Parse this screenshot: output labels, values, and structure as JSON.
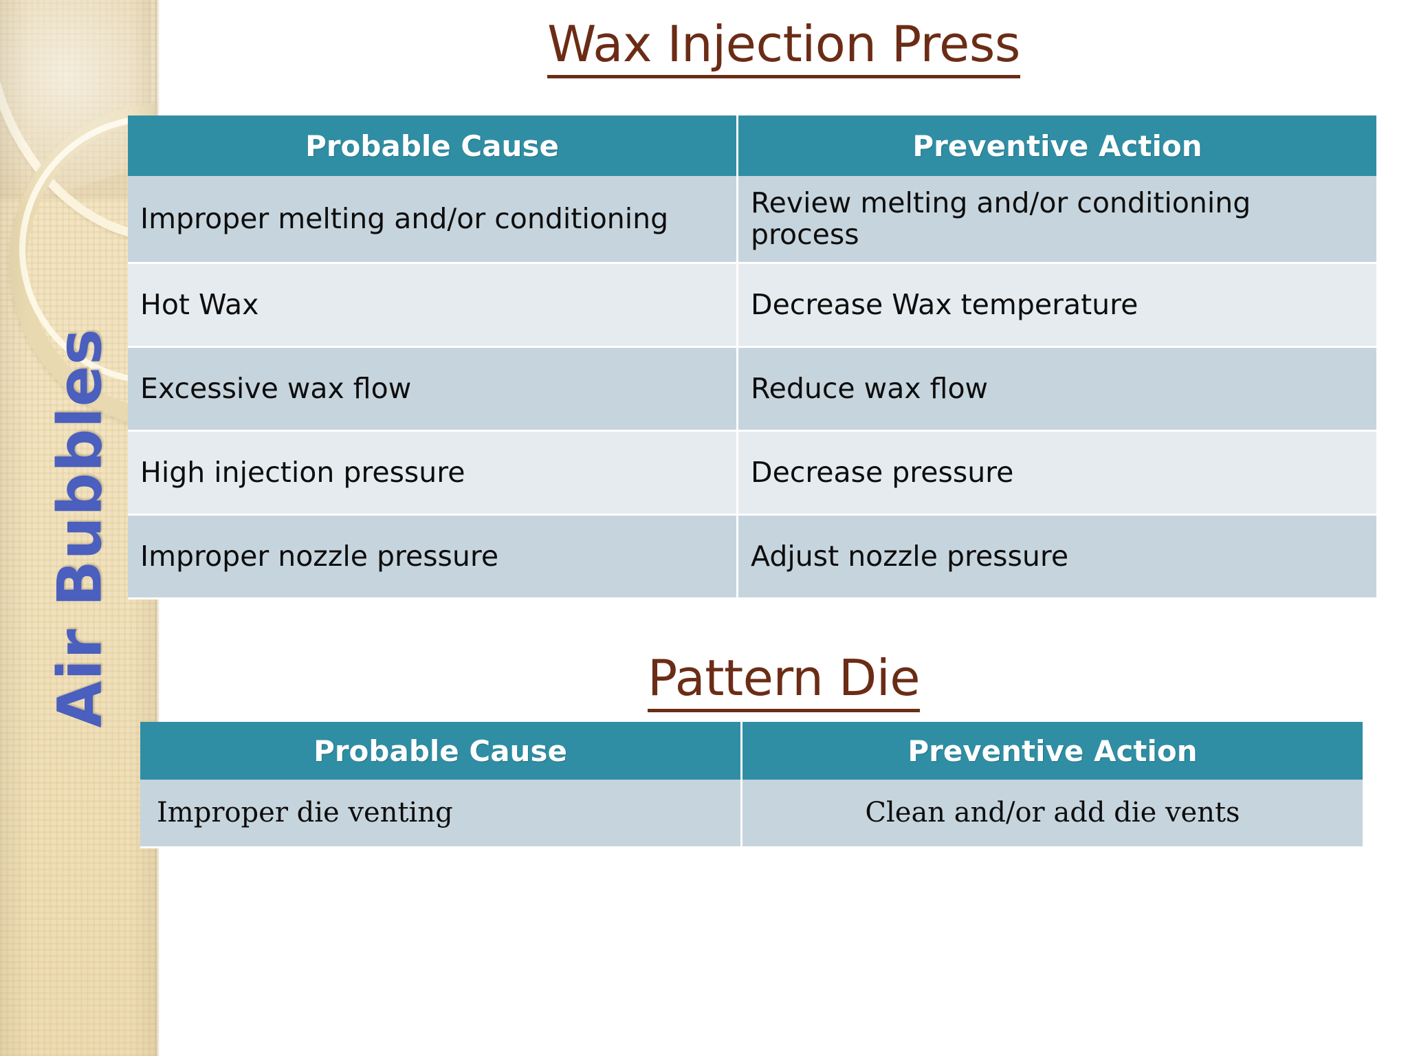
{
  "slide": {
    "sidebar": {
      "vertical_title": "Air Bubbles",
      "title_color": "#4a5fbe",
      "background_color": "#f1e2bb"
    },
    "accent_colors": {
      "table_header_teal": "#2f8ea4",
      "heading_brown": "#6b2c16",
      "row_dark": "#c6d4dd",
      "row_light": "#e5ebef"
    },
    "sections": [
      {
        "id": "wax-injection-press",
        "title": "Wax Injection Press",
        "table": {
          "columns": [
            "Probable Cause",
            "Preventive Action"
          ],
          "rows": [
            {
              "cause": "Improper melting and/or conditioning",
              "action": "Review melting and/or conditioning process"
            },
            {
              "cause": "Hot Wax",
              "action": "Decrease Wax temperature"
            },
            {
              "cause": "Excessive wax flow",
              "action": "Reduce wax flow"
            },
            {
              "cause": "High injection pressure",
              "action": "Decrease pressure"
            },
            {
              "cause": "Improper nozzle pressure",
              "action": "Adjust nozzle pressure"
            }
          ]
        }
      },
      {
        "id": "pattern-die",
        "title": "Pattern Die",
        "table": {
          "columns": [
            "Probable Cause",
            "Preventive Action"
          ],
          "rows": [
            {
              "cause": "Improper die venting",
              "action": "Clean and/or add die vents"
            }
          ]
        }
      }
    ]
  }
}
